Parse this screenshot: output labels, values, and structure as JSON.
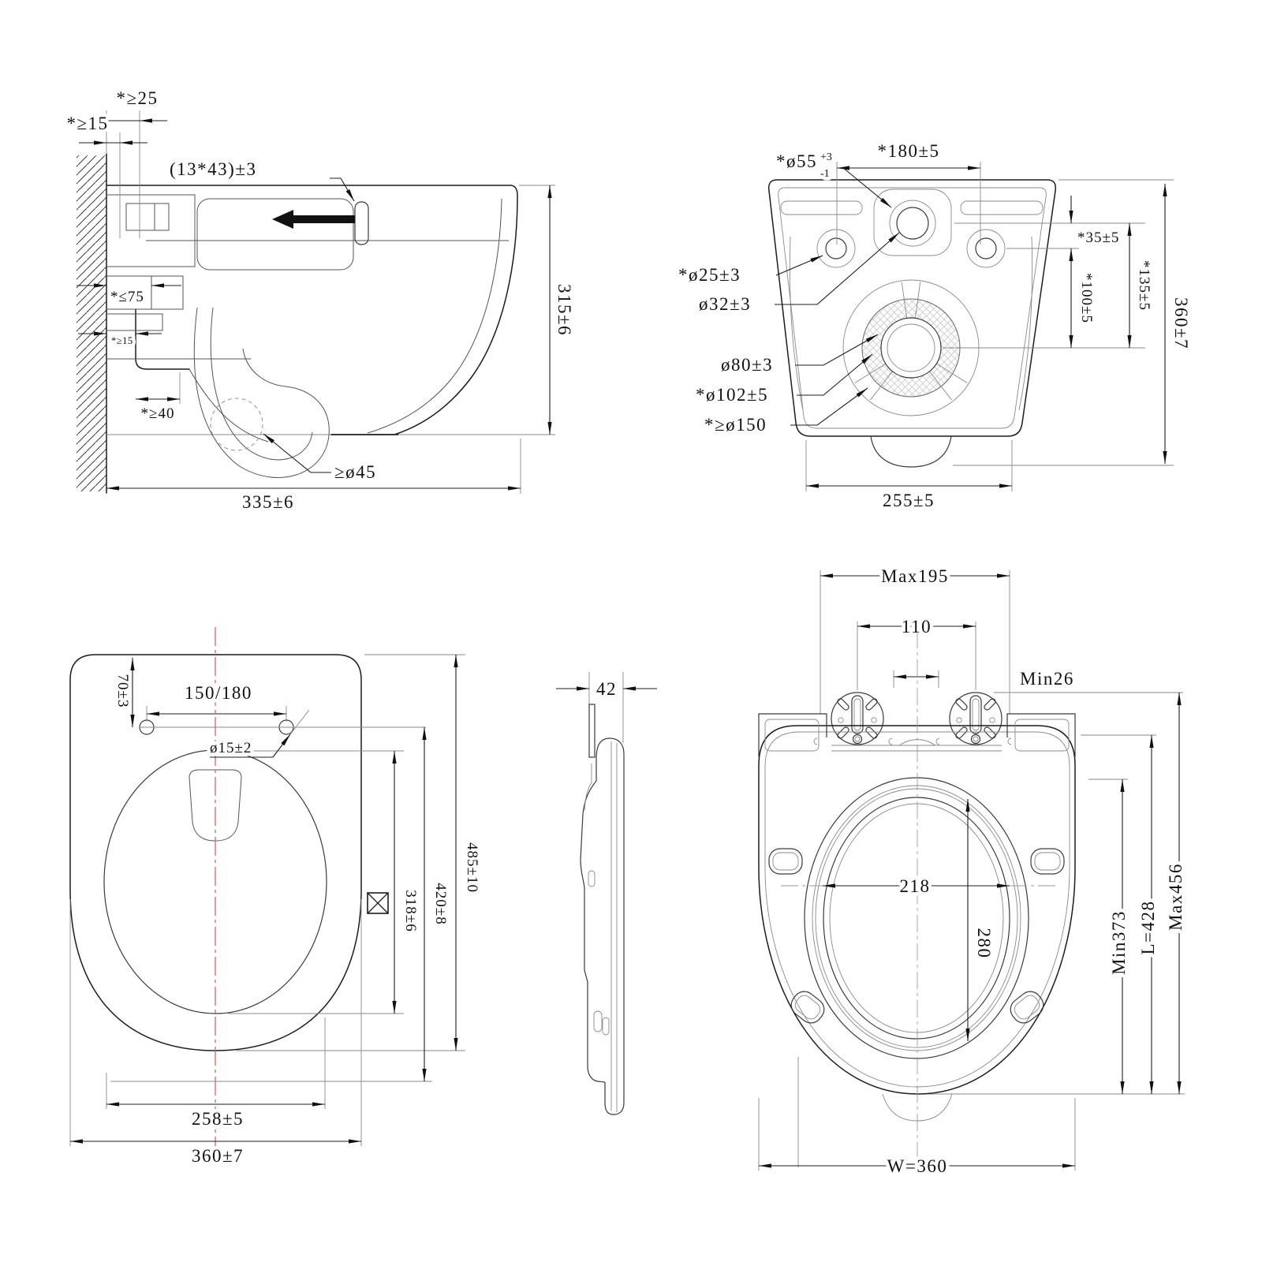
{
  "doc": {
    "type": "technical dimension drawing",
    "subject": "wall-hung toilet pan and seat, four orthographic views"
  },
  "colors": {
    "line": "#1c1c1c",
    "thin_line": "#8a8a8a",
    "centerline_red": "#e06060",
    "hatch": "#c9c9c9"
  },
  "v1": {
    "name": "side section view",
    "d25": "*≥25",
    "d15": "*≥15",
    "slot": "(13*43)±3",
    "d75": "*≤75",
    "d15s": "*≥15",
    "d40": "*≥40",
    "h": "315±6",
    "w": "335±6",
    "drain": "≥ø45"
  },
  "v2": {
    "name": "rear view",
    "d55": "*ø55",
    "d55p": "+3",
    "d55m": "-1",
    "d180": "*180±5",
    "d25": "*ø25±3",
    "d32": "ø32±3",
    "d80": "ø80±3",
    "d102": "*ø102±5",
    "d150": "*≥ø150",
    "d35": "*35±5",
    "d100": "*100±5",
    "d135": "*135±5",
    "h": "360±7",
    "w": "255±5"
  },
  "v3": {
    "name": "seat and lid top view",
    "d70": "70±3",
    "d150180": "150/180",
    "d15": "ø15±2",
    "d318": "318±6",
    "d420": "420±8",
    "d485": "485±10",
    "d258": "258±5",
    "d360": "360±7"
  },
  "v4": {
    "name": "seat side view",
    "t42": "42"
  },
  "v5": {
    "name": "seat underside view",
    "max195": "Max195",
    "d110": "110",
    "min26": "Min26",
    "d218": "218",
    "d280": "280",
    "min373": "Min373",
    "l428": "L=428",
    "max456": "Max456",
    "w360": "W=360"
  }
}
